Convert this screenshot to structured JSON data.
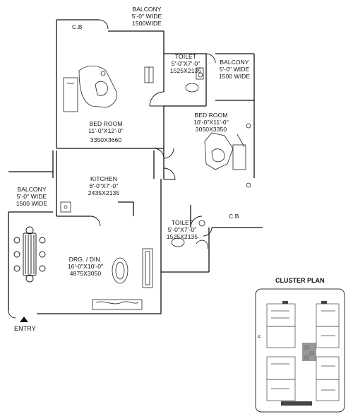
{
  "rooms": {
    "balcony_top": {
      "name": "BALCONY",
      "size_ft": "5'-0\" WIDE",
      "size_mm": "1500WIDE"
    },
    "balcony_right": {
      "name": "BALCONY",
      "size_ft": "5'-0\" WIDE",
      "size_mm": "1500 WIDE"
    },
    "balcony_left": {
      "name": "BALCONY",
      "size_ft": "5'-0\" WIDE",
      "size_mm": "1500 WIDE"
    },
    "toilet_top": {
      "name": "TOILET",
      "size_ft": "5'-0\"X7'-0\"",
      "size_mm": "1525X2135"
    },
    "toilet_bottom": {
      "name": "TOILET",
      "size_ft": "5'-0\"X7'-0\"",
      "size_mm": "1525X2135"
    },
    "bedroom_left": {
      "name": "BED ROOM",
      "size_ft": "11'-0\"X12'-0\"",
      "size_mm": "3350X3660"
    },
    "bedroom_right": {
      "name": "BED ROOM",
      "size_ft": "10'-0\"X11'-0\"",
      "size_mm": "3050X3350"
    },
    "kitchen": {
      "name": "KITCHEN",
      "size_ft": "8'-0\"X7'-0\"",
      "size_mm": "2435X2135"
    },
    "drg_din": {
      "name": "DRG. / DIN.",
      "size_ft": "16'-0\"X10'-0\"",
      "size_mm": "4875X3050"
    }
  },
  "cb_labels": [
    "C.B",
    "C.B"
  ],
  "entry_label": "ENTRY",
  "cluster_plan": {
    "title": "CLUSTER PLAN",
    "side_mark": "N"
  }
}
